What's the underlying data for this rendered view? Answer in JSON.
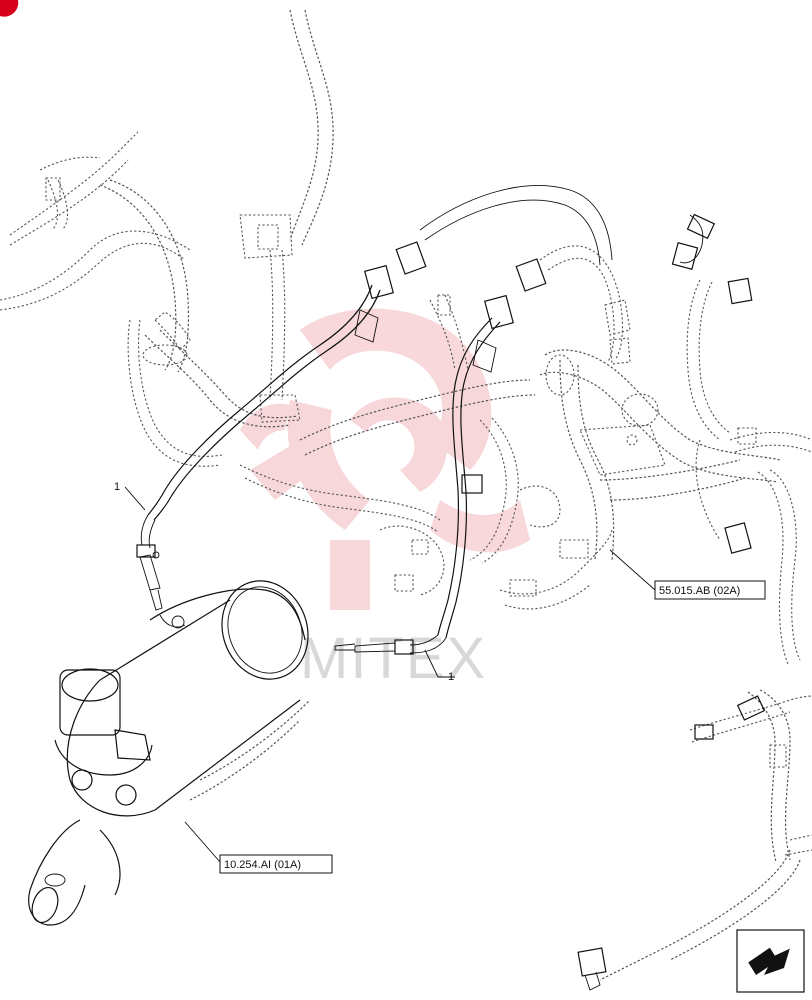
{
  "callouts": {
    "item_1_top": "1",
    "item_1_bottom": "1"
  },
  "references": {
    "harness_ref": "55.015.AB (02A)",
    "aftertreatment_ref": "10.254.AI (01A)"
  },
  "watermark": {
    "text": "MITEX",
    "color": "#f3b8bd"
  },
  "icons": {
    "corner_badge": "red-corner-badge",
    "navigation": "arrow-navigation-icon"
  }
}
